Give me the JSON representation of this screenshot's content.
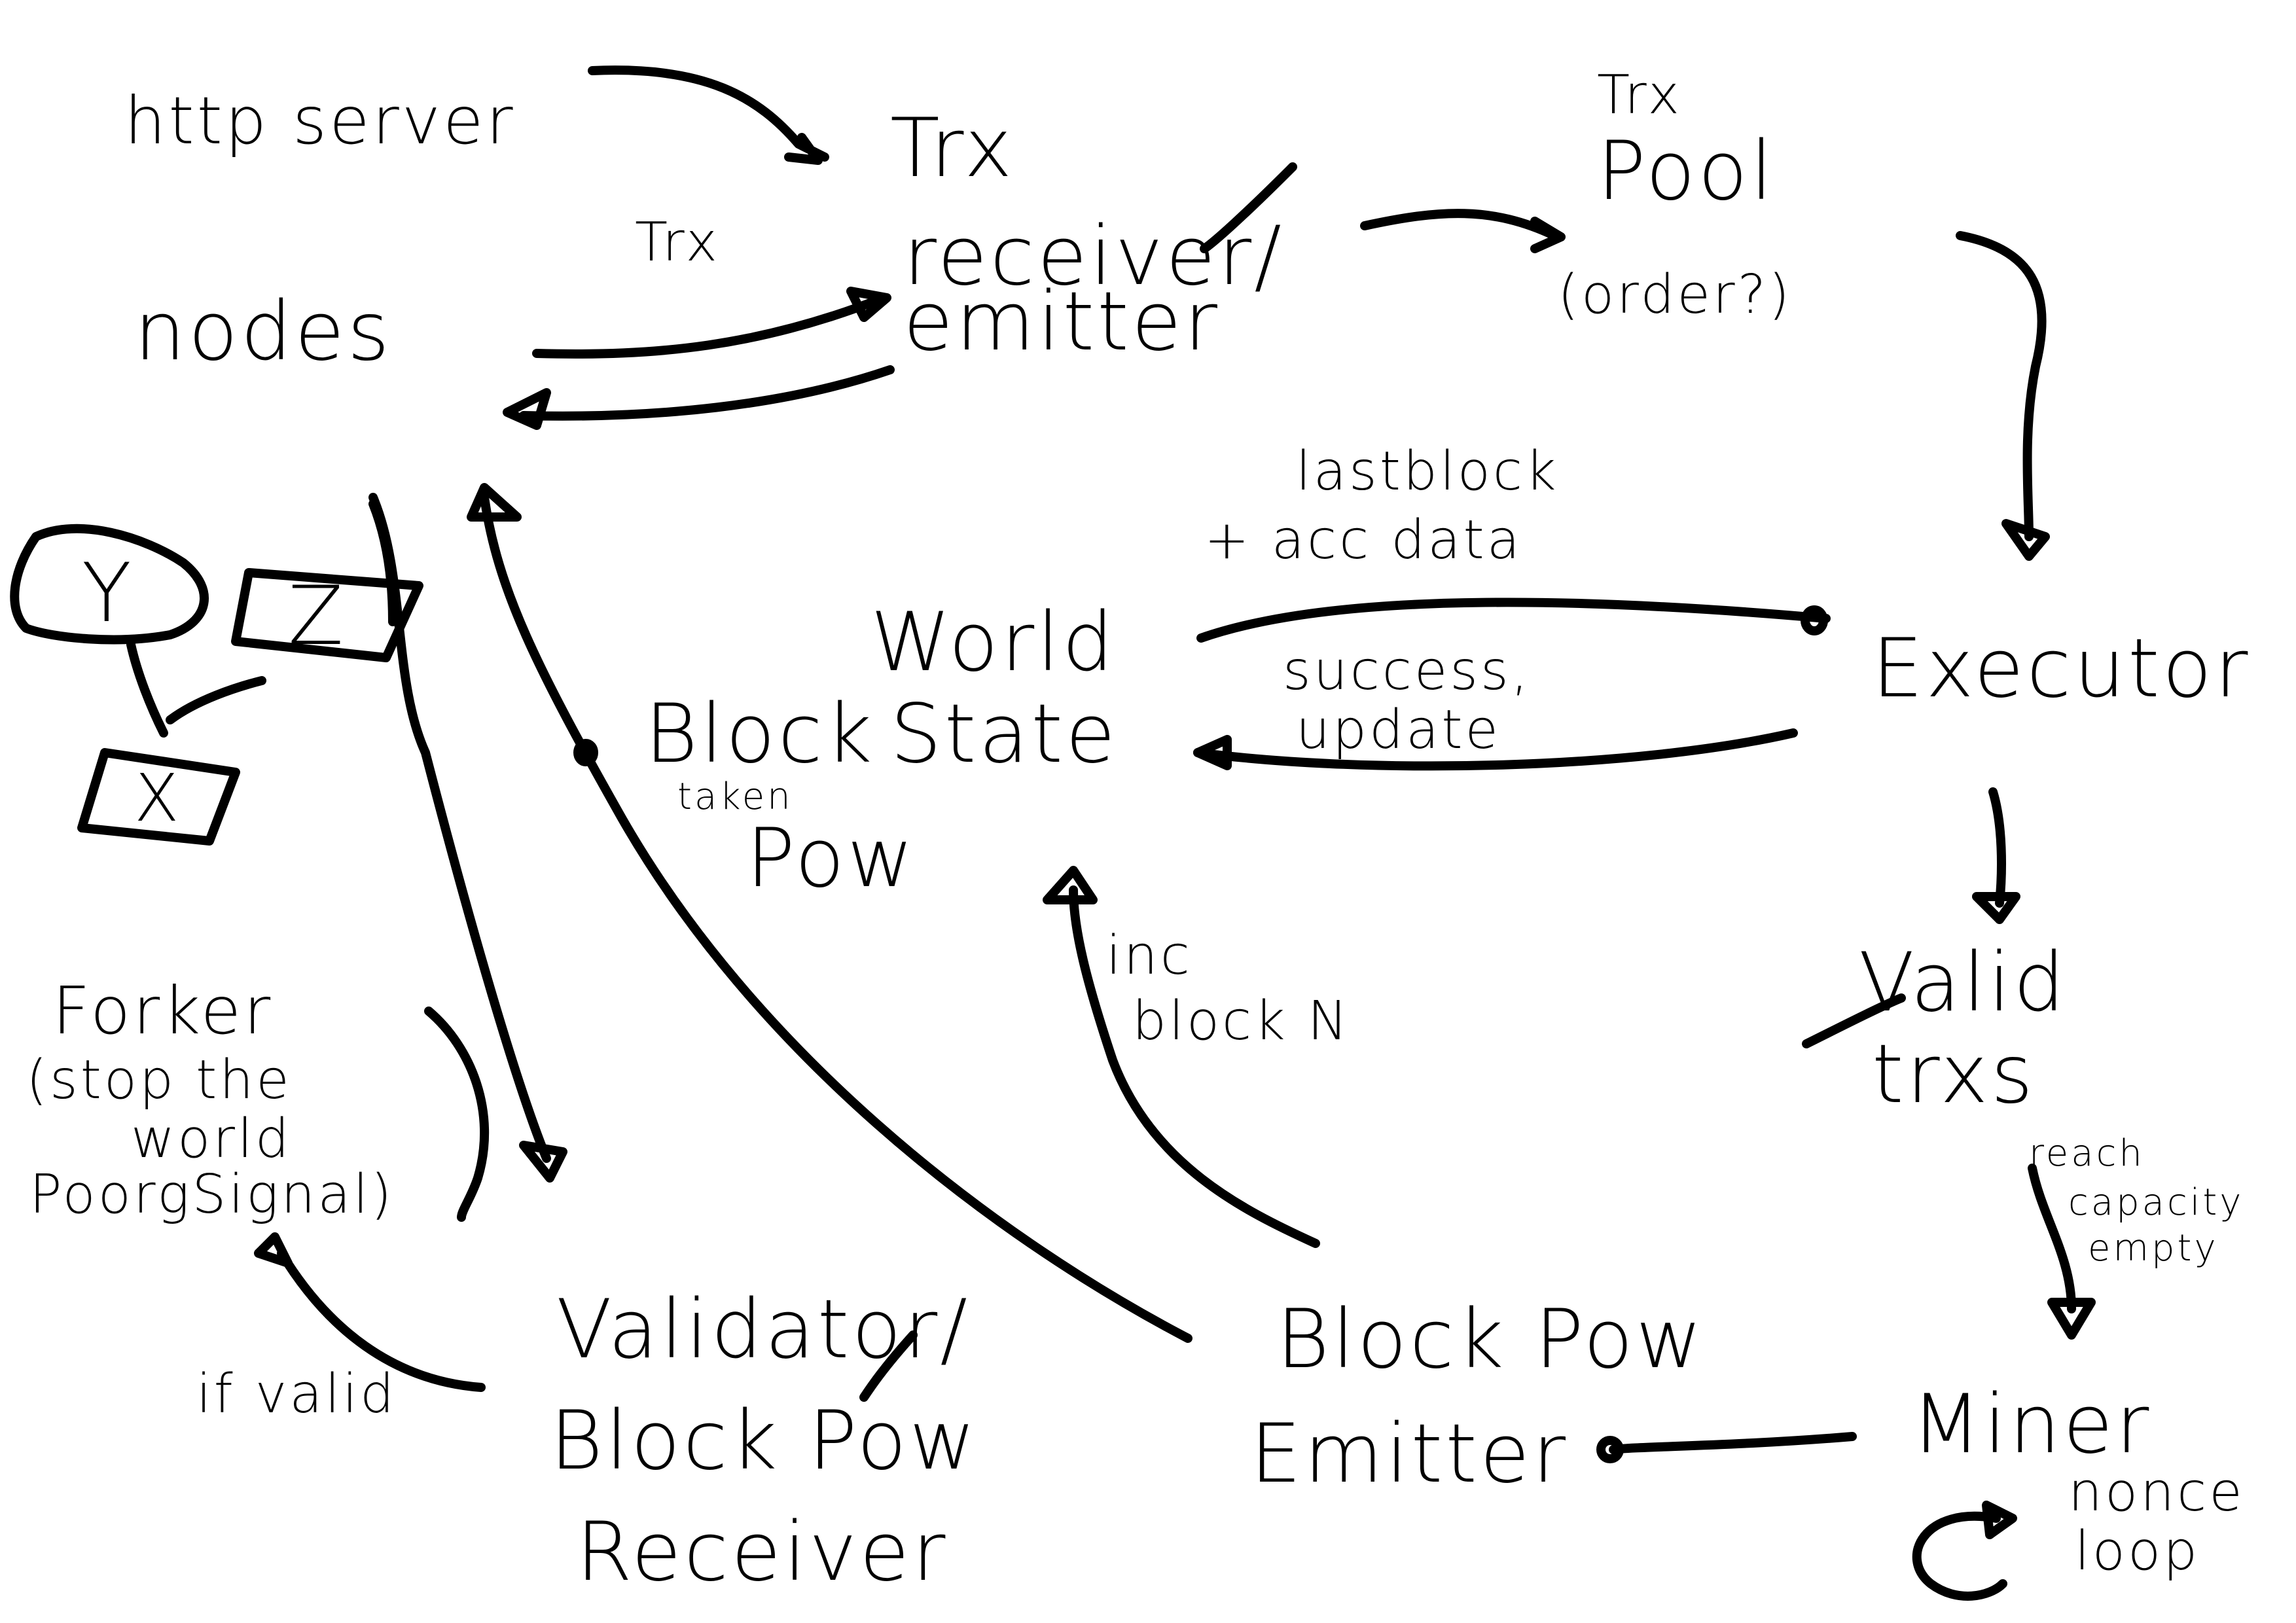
{
  "labels": {
    "http_server": "http server",
    "trx_receiver_line1": "Trx",
    "trx_receiver_line2": "receiver/",
    "trx_receiver_line3": "emitter",
    "trx_edge": "Trx",
    "nodes": "nodes",
    "trx_pool_line1": "Trx",
    "trx_pool_line2": "Pool",
    "trx_pool_line3": "(order?)",
    "last_block_line1": "lastblock",
    "last_block_line2": "+ acc data",
    "world_state_line1": "World",
    "world_state_line2": "State",
    "success_update_line1": "success,",
    "success_update_line2": "update",
    "executor": "Executor",
    "y_node": "Y",
    "z_node": "Z",
    "x_node": "X",
    "block_pow_line1": "Block",
    "block_pow_taken": "taken",
    "block_pow_line2": "Pow",
    "inc_block_line1": "inc",
    "inc_block_line2": "block N",
    "valid_trxs_line1": "Valid",
    "valid_trxs_line2": "trxs",
    "forker_line1": "Forker",
    "forker_line2": "(stop the",
    "forker_line3": "world",
    "forker_line4": "PoorgSignal)",
    "reach_line1": "reach",
    "reach_line2": "capacity",
    "reach_line3": "empty",
    "if_valid": "if valid",
    "validator_line1": "Validator/",
    "validator_line2": "Block Pow",
    "validator_line3": "Receiver",
    "block_pow_emitter_line1": "Block   Pow",
    "block_pow_emitter_line2": "Emitter",
    "miner": "Miner",
    "nonce_line1": "nonce",
    "nonce_line2": "loop"
  },
  "colors": {
    "ink": "#000000",
    "paper": "#ffffff"
  }
}
